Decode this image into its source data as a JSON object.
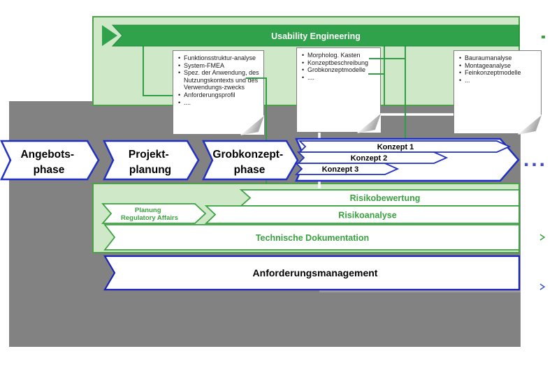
{
  "colors": {
    "accent_green": "#2FA24B",
    "light_green": "#CFE9C8",
    "border_green": "#3AA23F",
    "panel_gray": "#828282",
    "accent_blue": "#2130C6",
    "note_border": "#7F7F7F"
  },
  "usability_band": {
    "label": "Usability Engineering"
  },
  "notes": [
    {
      "items": [
        "Funktionsstruktur-analyse",
        "System-FMEA",
        "Spez. der Anwendung, des Nutzungskontexts und des Verwendungs-zwecks",
        "Anforderungsprofil",
        "...."
      ]
    },
    {
      "items": [
        "Morpholog. Kasten",
        "Konzeptbeschreibung",
        "Grobkonzeptmodelle",
        "...."
      ]
    },
    {
      "items": [
        "Bauraumanalyse",
        "Montageanalyse",
        "Feinkonzeptmodelle",
        "..."
      ]
    }
  ],
  "phases": [
    {
      "line1": "Angebots-",
      "line2": "phase"
    },
    {
      "line1": "Projekt-",
      "line2": "planung"
    },
    {
      "line1": "Grobkonzept-",
      "line2": "phase"
    }
  ],
  "concepts": {
    "items": [
      {
        "label": "Konzept 1"
      },
      {
        "label": "Konzept 2"
      },
      {
        "label": "Konzept 3"
      }
    ],
    "ellipsis": "..."
  },
  "lower_bands": {
    "risikobewertung": "Risikobewertung",
    "risikoanalyse": "Risikoanalyse",
    "planung_line1": "Planung",
    "planung_line2": "Regulatory Affairs",
    "technische_dokumentation": "Technische Dokumentation"
  },
  "anforderungsmanagement": {
    "label": "Anforderungsmanagement"
  }
}
